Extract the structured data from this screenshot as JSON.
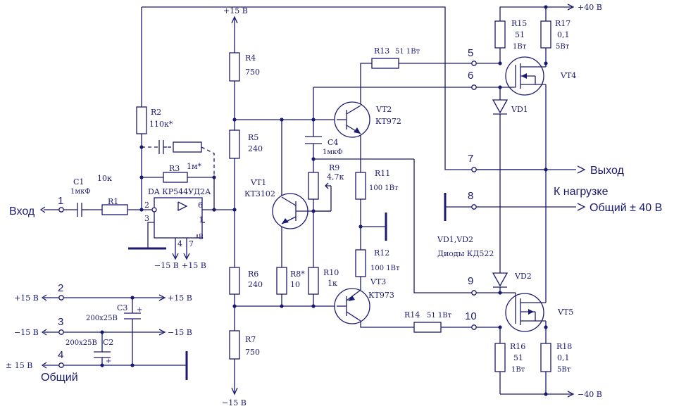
{
  "title": "",
  "components": {
    "R1": {
      "ref": "R1",
      "value": "10к"
    },
    "R2": {
      "ref": "R2",
      "value": "110к*"
    },
    "R3": {
      "ref": "R3",
      "value": "1м*"
    },
    "R4": {
      "ref": "R4",
      "value": "750"
    },
    "R5": {
      "ref": "R5",
      "value": "240"
    },
    "R6": {
      "ref": "R6",
      "value": "240"
    },
    "R7": {
      "ref": "R7",
      "value": "750"
    },
    "R8": {
      "ref": "R8*",
      "value": "10"
    },
    "R9": {
      "ref": "R9",
      "value": "4,7к"
    },
    "R10": {
      "ref": "R10",
      "value": "1к"
    },
    "R11": {
      "ref": "R11",
      "value": "100 1Вт"
    },
    "R12": {
      "ref": "R12",
      "value": "100 1Вт"
    },
    "R13": {
      "ref": "R13",
      "value": "51 1Вт"
    },
    "R14": {
      "ref": "R14",
      "value": "51 1Вт"
    },
    "R15": {
      "ref": "R15",
      "value": "51",
      "power": "1Вт"
    },
    "R16": {
      "ref": "R16",
      "value": "51",
      "power": "1Вт"
    },
    "R17": {
      "ref": "R17",
      "value": "0,1",
      "power": "5Вт"
    },
    "R18": {
      "ref": "R18",
      "value": "0,1",
      "power": "5Вт"
    },
    "C1": {
      "ref": "C1",
      "value": "1мкФ"
    },
    "C2": {
      "ref": "C2",
      "value": "200х25В"
    },
    "C3": {
      "ref": "C3",
      "value": "200х25В"
    },
    "C4": {
      "ref": "C4",
      "value": "1мкФ"
    },
    "VT1": {
      "ref": "VT1",
      "type": "КТ3102"
    },
    "VT2": {
      "ref": "VT2",
      "type": "КТ972"
    },
    "VT3": {
      "ref": "VT3",
      "type": "КТ973"
    },
    "VT4": {
      "ref": "VT4"
    },
    "VT5": {
      "ref": "VT5"
    },
    "VD1": {
      "ref": "VD1"
    },
    "VD2": {
      "ref": "VD2"
    },
    "DA": {
      "ref": "DA КР544УД2А"
    }
  },
  "pins": {
    "p2": "2",
    "p3": "3",
    "p4": "4",
    "p6": "6",
    "p7": "7",
    "p1": "1",
    "p8": "8"
  },
  "terminals": {
    "t1": "1",
    "t2": "2",
    "t3": "3",
    "t4": "4",
    "t5": "5",
    "t6": "6",
    "t7": "7",
    "t8": "8",
    "t9": "9",
    "t10": "10"
  },
  "rails": {
    "plus15": "+15 В",
    "minus15": "−15 В",
    "plus15_pin": "+15 В",
    "minus15_pin": "−15 В",
    "plus40": "+40 В",
    "minus40": "−40 В",
    "pm15": "± 15 В"
  },
  "labels": {
    "input": "Вход",
    "output": "Выход",
    "to_load": "К нагрузке",
    "common_pm40": "Общий ± 40 В",
    "common": "Общий",
    "diodes_line1": "VD1,VD2",
    "diodes_line2": "Диоды КД522"
  },
  "colors": {
    "ink": "#1a1a6e",
    "background": "#ffffff"
  }
}
